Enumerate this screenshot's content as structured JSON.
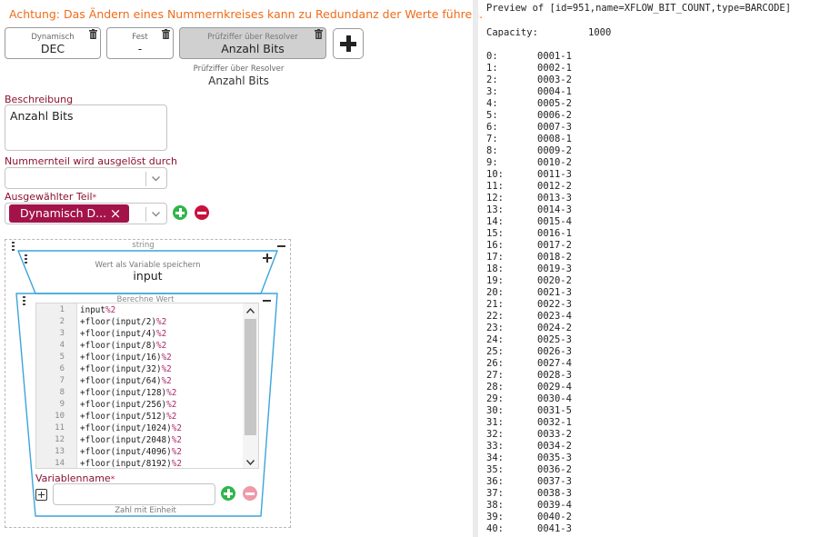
{
  "warning": "Achtung: Das Ändern eines Nummernkreises kann zu Redundanz der Werte führen.",
  "parts": [
    {
      "label": "Dynamisch",
      "value": "DEC"
    },
    {
      "label": "Fest",
      "value": "-"
    },
    {
      "label": "Prüfziffer über Resolver",
      "value": "Anzahl Bits"
    }
  ],
  "selected_part": {
    "label": "Prüfziffer über Resolver",
    "value": "Anzahl Bits"
  },
  "beschreibung": {
    "label": "Beschreibung",
    "value": "Anzahl Bits"
  },
  "trigger": {
    "label": "Nummernteil wird ausgelöst durch",
    "value": ""
  },
  "ausgewaehlter_teil": {
    "label": "Ausgewählter Teil",
    "required": "*",
    "tag": "Dynamisch D...",
    "tag_remove": "×"
  },
  "structure": {
    "root_label": "string",
    "save_var": {
      "label": "Wert als Variable speichern",
      "value": "input"
    },
    "calc": {
      "label": "Berechne Wert"
    },
    "code_lines": [
      {
        "n": "1",
        "text": "input",
        "op": "%2"
      },
      {
        "n": "2",
        "text": "+floor(input/2)",
        "op": "%2"
      },
      {
        "n": "3",
        "text": "+floor(input/4)",
        "op": "%2"
      },
      {
        "n": "4",
        "text": "+floor(input/8)",
        "op": "%2"
      },
      {
        "n": "5",
        "text": "+floor(input/16)",
        "op": "%2"
      },
      {
        "n": "6",
        "text": "+floor(input/32)",
        "op": "%2"
      },
      {
        "n": "7",
        "text": "+floor(input/64)",
        "op": "%2"
      },
      {
        "n": "8",
        "text": "+floor(input/128)",
        "op": "%2"
      },
      {
        "n": "9",
        "text": "+floor(input/256)",
        "op": "%2"
      },
      {
        "n": "10",
        "text": "+floor(input/512)",
        "op": "%2"
      },
      {
        "n": "11",
        "text": "+floor(input/1024)",
        "op": "%2"
      },
      {
        "n": "12",
        "text": "+floor(input/2048)",
        "op": "%2"
      },
      {
        "n": "13",
        "text": "+floor(input/4096)",
        "op": "%2"
      },
      {
        "n": "14",
        "text": "+floor(input/8192)",
        "op": "%2"
      }
    ],
    "variablenname": {
      "label": "Variablenname",
      "required": "*",
      "value": ""
    },
    "unit_label": "Zahl mit Einheit"
  },
  "preview": {
    "header": "Preview of [id=951,name=XFLOW_BIT_COUNT,type=BARCODE]",
    "capacity_label": "Capacity:",
    "capacity_value": "1000",
    "rows": [
      [
        "0:",
        "0001-1"
      ],
      [
        "1:",
        "0002-1"
      ],
      [
        "2:",
        "0003-2"
      ],
      [
        "3:",
        "0004-1"
      ],
      [
        "4:",
        "0005-2"
      ],
      [
        "5:",
        "0006-2"
      ],
      [
        "6:",
        "0007-3"
      ],
      [
        "7:",
        "0008-1"
      ],
      [
        "8:",
        "0009-2"
      ],
      [
        "9:",
        "0010-2"
      ],
      [
        "10:",
        "0011-3"
      ],
      [
        "11:",
        "0012-2"
      ],
      [
        "12:",
        "0013-3"
      ],
      [
        "13:",
        "0014-3"
      ],
      [
        "14:",
        "0015-4"
      ],
      [
        "15:",
        "0016-1"
      ],
      [
        "16:",
        "0017-2"
      ],
      [
        "17:",
        "0018-2"
      ],
      [
        "18:",
        "0019-3"
      ],
      [
        "19:",
        "0020-2"
      ],
      [
        "20:",
        "0021-3"
      ],
      [
        "21:",
        "0022-3"
      ],
      [
        "22:",
        "0023-4"
      ],
      [
        "23:",
        "0024-2"
      ],
      [
        "24:",
        "0025-3"
      ],
      [
        "25:",
        "0026-3"
      ],
      [
        "26:",
        "0027-4"
      ],
      [
        "27:",
        "0028-3"
      ],
      [
        "28:",
        "0029-4"
      ],
      [
        "29:",
        "0030-4"
      ],
      [
        "30:",
        "0031-5"
      ],
      [
        "31:",
        "0032-1"
      ],
      [
        "32:",
        "0033-2"
      ],
      [
        "33:",
        "0034-2"
      ],
      [
        "34:",
        "0035-3"
      ],
      [
        "35:",
        "0036-2"
      ],
      [
        "36:",
        "0037-3"
      ],
      [
        "37:",
        "0038-3"
      ],
      [
        "38:",
        "0039-4"
      ],
      [
        "39:",
        "0040-2"
      ],
      [
        "40:",
        "0041-3"
      ]
    ]
  },
  "colors": {
    "warning": "#ef6c1a",
    "label": "#8b1230",
    "tag": "#a3134a",
    "add": "#2fb54a",
    "remove": "#c8123c",
    "frame": "#3ba4dc"
  }
}
